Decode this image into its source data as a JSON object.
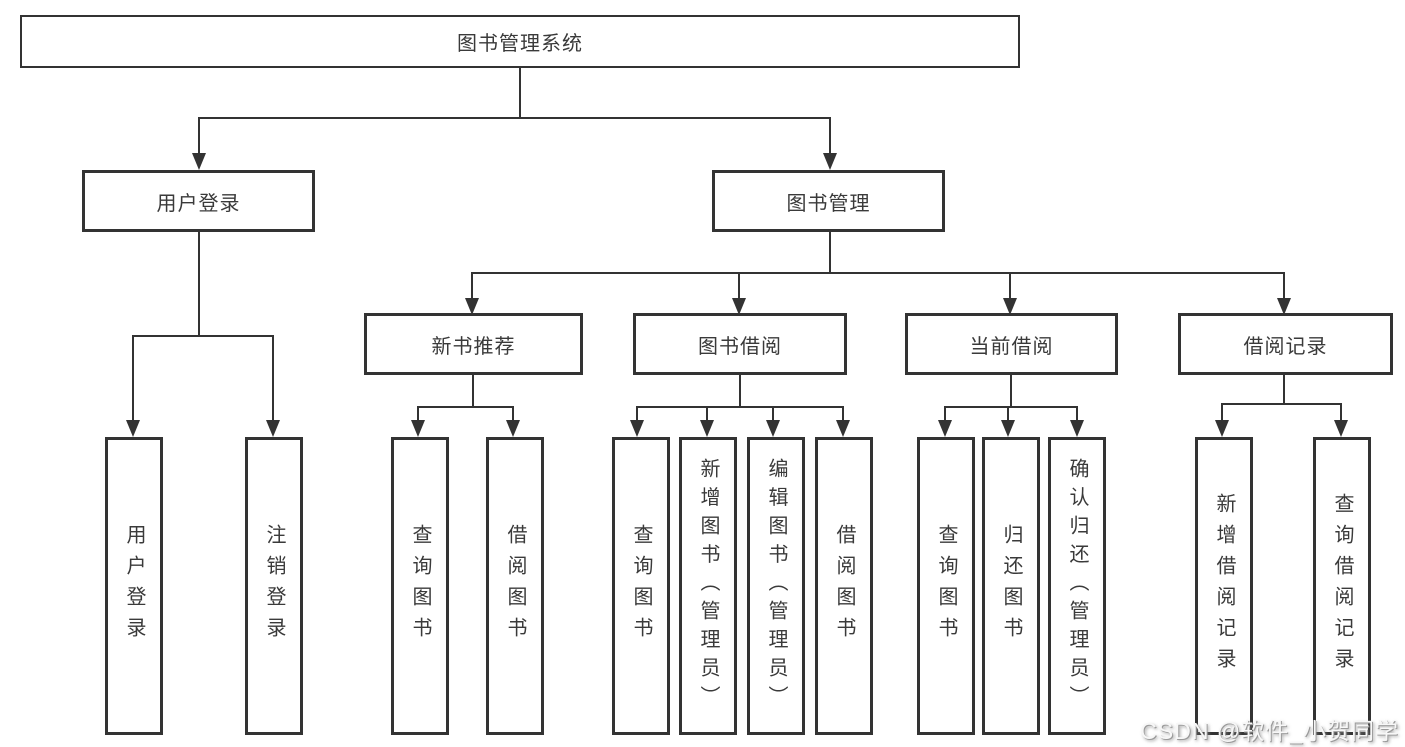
{
  "diagram": {
    "root": "图书管理系统",
    "branches": [
      {
        "label": "用户登录",
        "leaves": [
          "用户登录",
          "注销登录"
        ]
      },
      {
        "label": "图书管理",
        "children": [
          {
            "label": "新书推荐",
            "leaves": [
              "查询图书",
              "借阅图书"
            ]
          },
          {
            "label": "图书借阅",
            "leaves": [
              "查询图书",
              "新增图书（管理员）",
              "编辑图书（管理员）",
              "借阅图书"
            ]
          },
          {
            "label": "当前借阅",
            "leaves": [
              "查询图书",
              "归还图书",
              "确认归还（管理员）"
            ]
          },
          {
            "label": "借阅记录",
            "leaves": [
              "新增借阅记录",
              "查询借阅记录"
            ]
          }
        ]
      }
    ]
  },
  "watermark": "CSDN @软件_小贺同学",
  "colors": {
    "line": "#333333",
    "text": "#3a3a3a",
    "background": "#ffffff",
    "watermark_text": "#f7f7f7",
    "watermark_shadow": "#9a9a9a"
  }
}
